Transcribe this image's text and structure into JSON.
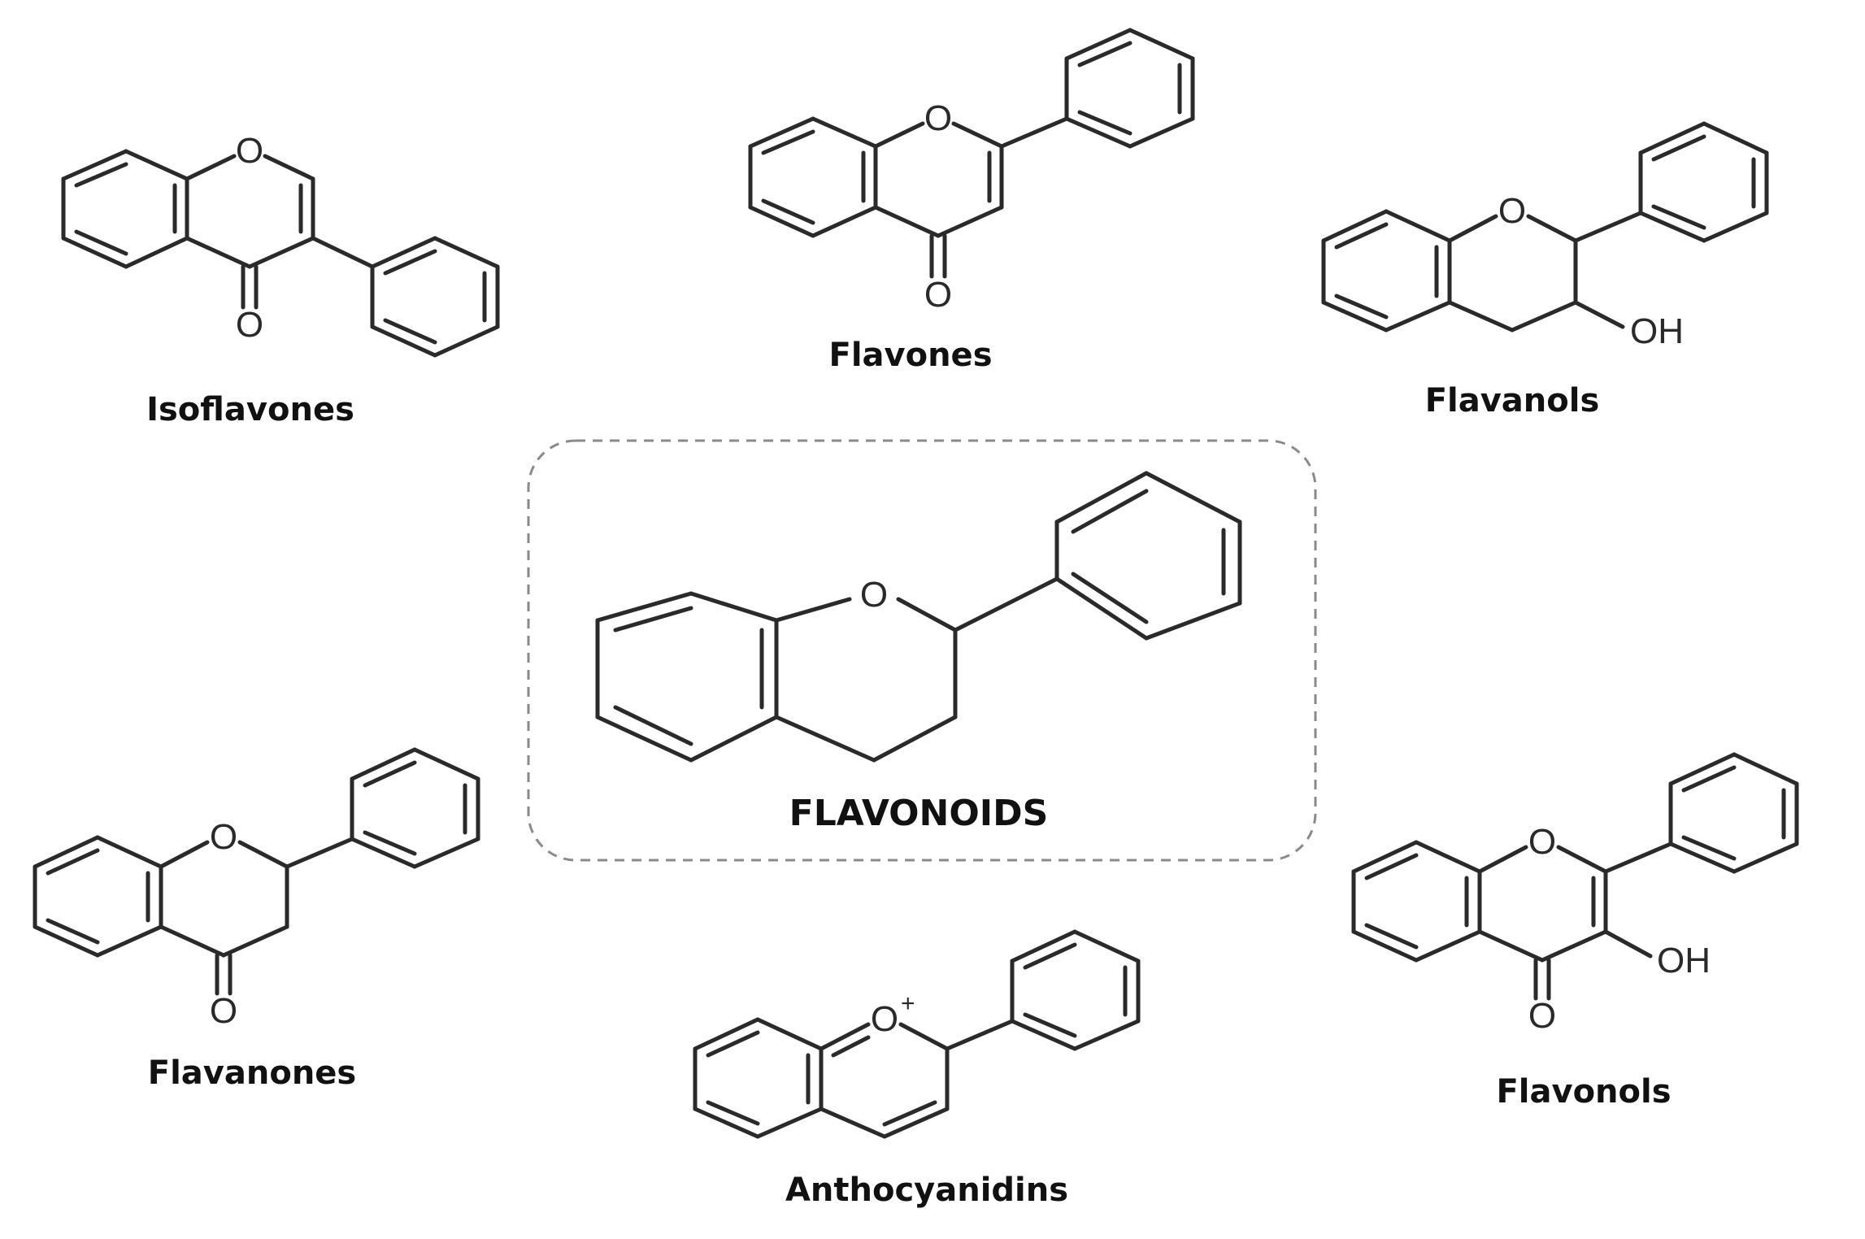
{
  "center": {
    "name": "FLAVONOIDS"
  },
  "classes": [
    {
      "id": "isoflavones",
      "name": "Isoflavones"
    },
    {
      "id": "flavones",
      "name": "Flavones"
    },
    {
      "id": "flavanols",
      "name": "Flavanols"
    },
    {
      "id": "flavanones",
      "name": "Flavanones"
    },
    {
      "id": "anthocyanidins",
      "name": "Anthocyanidins"
    },
    {
      "id": "flavonols",
      "name": "Flavonols"
    }
  ],
  "atoms": {
    "oxygen": "O",
    "hydroxyl": "OH",
    "positive_charge": "+"
  },
  "colors": {
    "ink": "#2a2a2a",
    "label": "#111111",
    "frame": "#8a8a8a"
  }
}
